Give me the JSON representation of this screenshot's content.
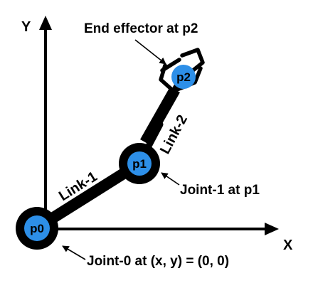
{
  "axes": {
    "x_label": "X",
    "y_label": "Y"
  },
  "nodes": {
    "p0": "p0",
    "p1": "p1",
    "p2": "p2"
  },
  "links": {
    "link1": "Link-1",
    "link2": "Link-2"
  },
  "annotations": {
    "end_effector": "End effector at p2",
    "joint1": "Joint-1 at p1",
    "joint0": "Joint-0 at (x, y) = (0, 0)"
  },
  "colors": {
    "joint_fill": "#2d8fe8",
    "joint_ring": "#000000",
    "link": "#000000",
    "axis": "#000000"
  }
}
